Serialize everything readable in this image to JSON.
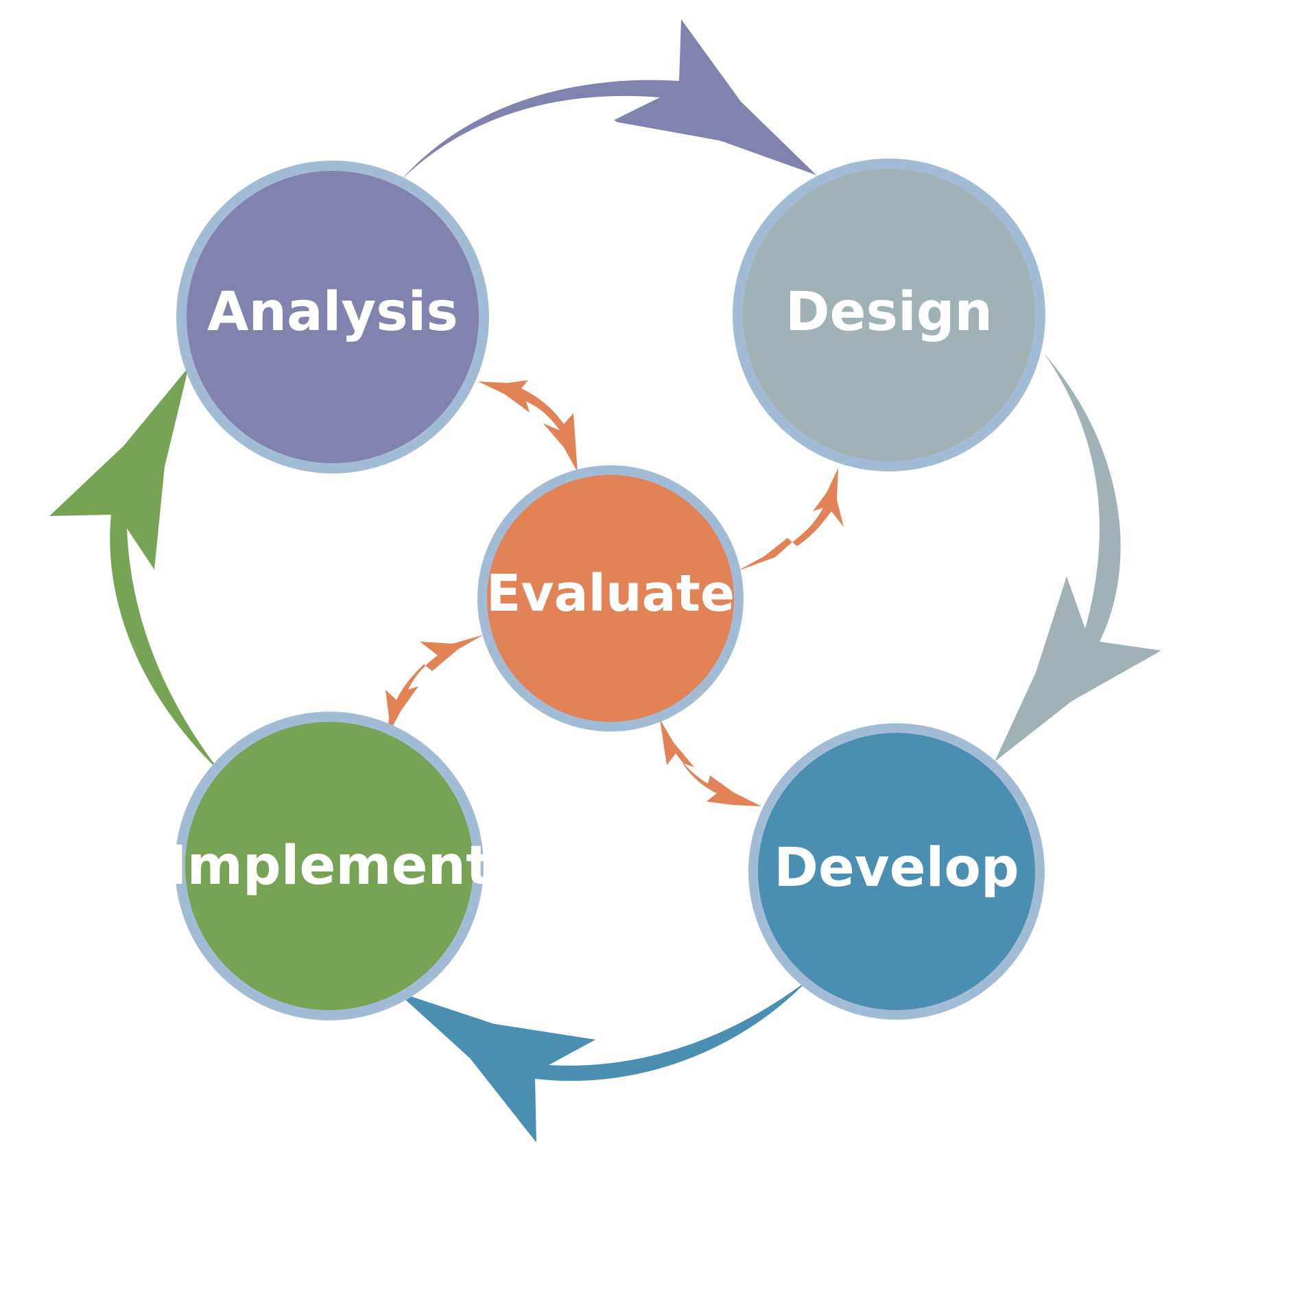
{
  "diagram": {
    "type": "cycle",
    "nodes": [
      {
        "id": "analysis",
        "label": "Analysis",
        "color": "#8182AD"
      },
      {
        "id": "design",
        "label": "Design",
        "color": "#A0B2B5"
      },
      {
        "id": "develop",
        "label": "Develop",
        "color": "#4A8EB1"
      },
      {
        "id": "implement",
        "label": "Implement",
        "color": "#77A354"
      },
      {
        "id": "evaluate",
        "label": "Evaluate",
        "color": "#E18257"
      }
    ],
    "cycle_edges": [
      {
        "from": "analysis",
        "to": "design",
        "color": "#8182AD"
      },
      {
        "from": "design",
        "to": "develop",
        "color": "#A0B2B5"
      },
      {
        "from": "develop",
        "to": "implement",
        "color": "#4A8EB1"
      },
      {
        "from": "implement",
        "to": "analysis",
        "color": "#77A354"
      }
    ],
    "evaluate_edges": [
      {
        "between": [
          "evaluate",
          "analysis"
        ],
        "bidirectional": true
      },
      {
        "between": [
          "evaluate",
          "design"
        ],
        "bidirectional": true
      },
      {
        "between": [
          "evaluate",
          "develop"
        ],
        "bidirectional": true
      },
      {
        "between": [
          "evaluate",
          "implement"
        ],
        "bidirectional": true
      }
    ],
    "ring_color": "#A3BCD5",
    "evaluate_arrow_color": "#E18257"
  }
}
